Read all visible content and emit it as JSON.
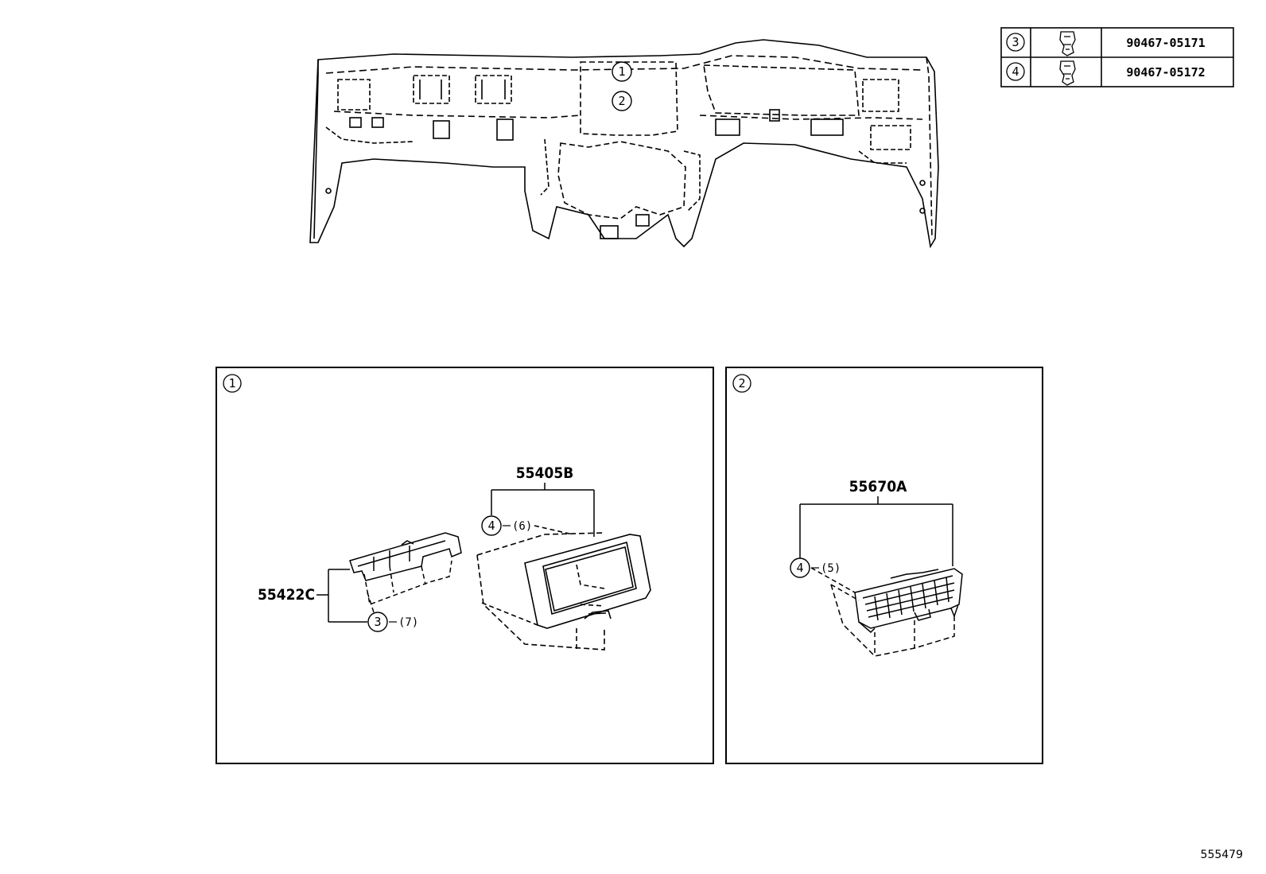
{
  "dashboard": {
    "callouts": [
      "1",
      "2"
    ]
  },
  "parts_table": [
    {
      "ref": "3",
      "part_number": "90467-05171",
      "icon": "clip-icon"
    },
    {
      "ref": "4",
      "part_number": "90467-05172",
      "icon": "clip-icon"
    }
  ],
  "detail_1": {
    "ref": "1",
    "bezel_part": "55405B",
    "bezel_clip_ref": "4",
    "bezel_clip_qty": "(6)",
    "upper_part": "55422C",
    "upper_clip_ref": "3",
    "upper_clip_qty": "(7)"
  },
  "detail_2": {
    "ref": "2",
    "panel_part": "55670A",
    "panel_clip_ref": "4",
    "panel_clip_qty": "(5)"
  },
  "footer": {
    "illustration_id": "555479"
  }
}
